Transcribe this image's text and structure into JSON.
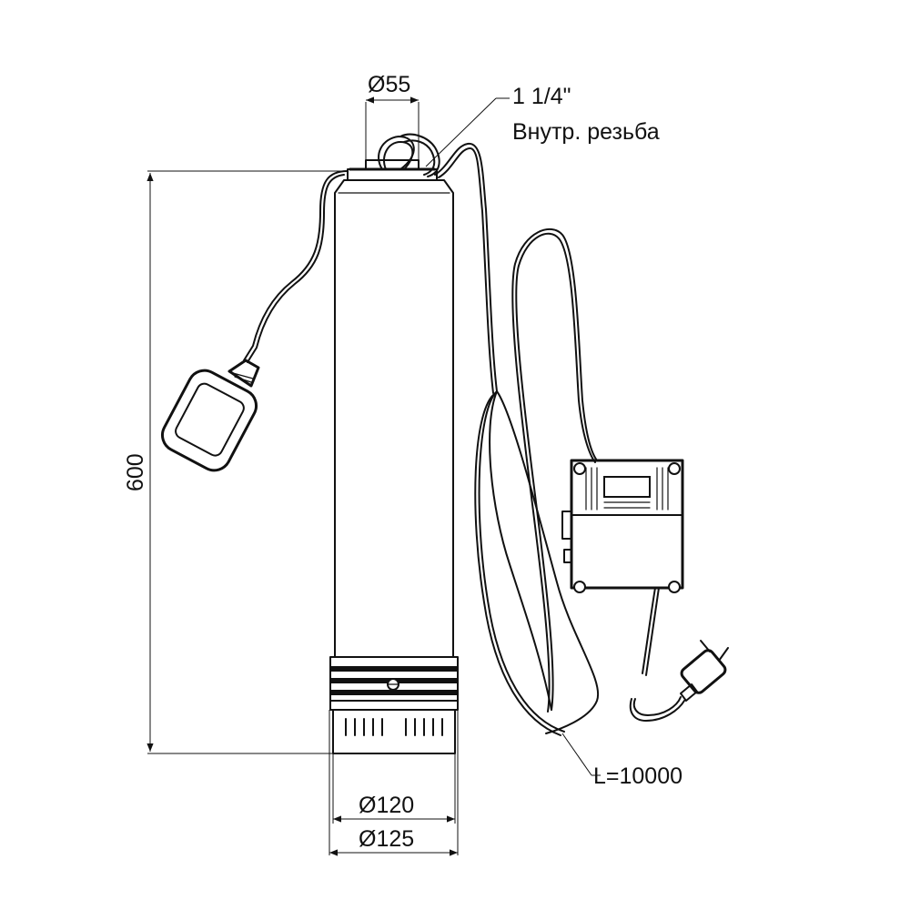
{
  "drawing": {
    "diameter_outlet": "Ø55",
    "thread_size": "1 1/4\"",
    "thread_note": "Внутр. резьба",
    "height": "600",
    "diameter_inner": "Ø120",
    "diameter_outer": "Ø125",
    "cable_length": "L=10000"
  }
}
